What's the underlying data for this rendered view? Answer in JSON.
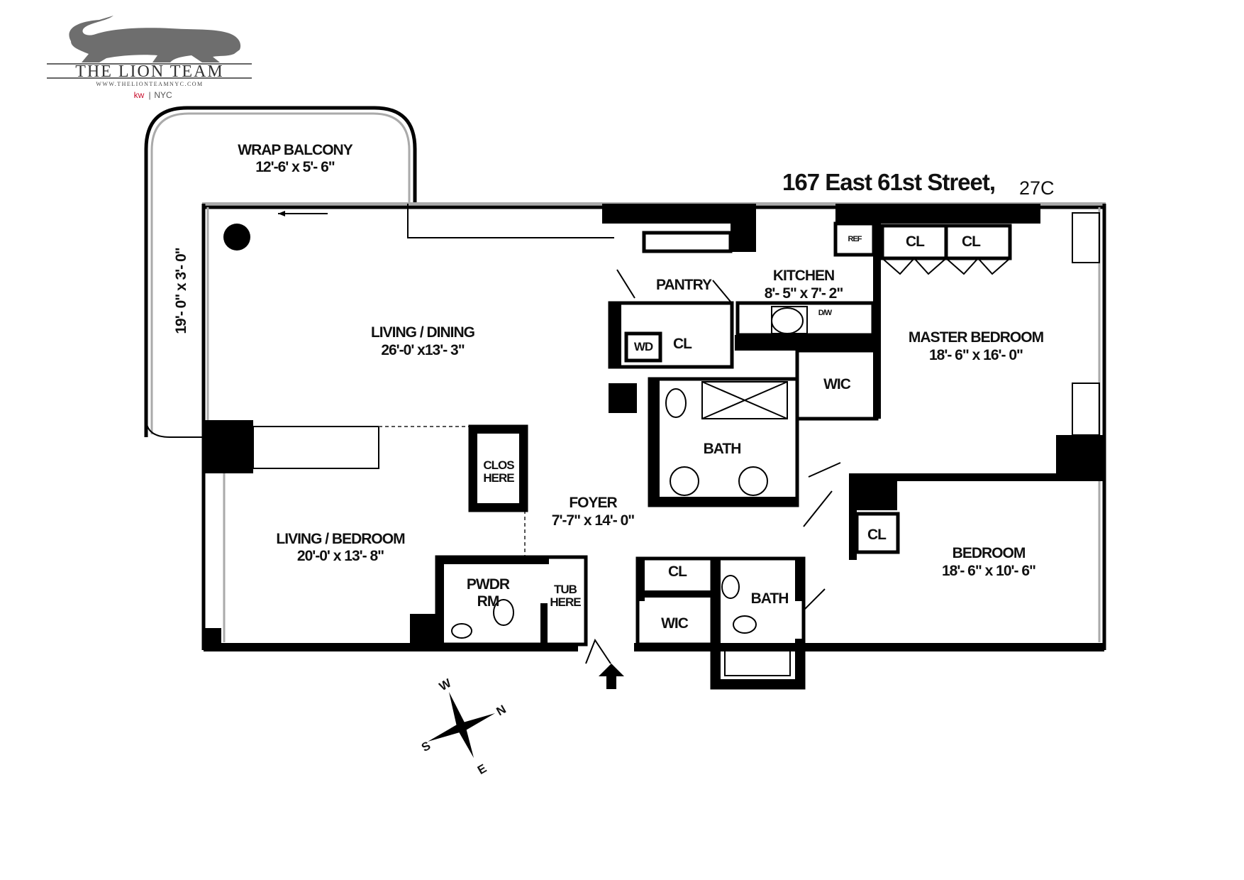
{
  "logo": {
    "brand": "THE LION TEAM",
    "url": "WWW.THELIONTEAMNYC.COM",
    "kw": "kw",
    "separator": "|",
    "city": "NYC",
    "kw_color": "#c8102e"
  },
  "address": {
    "street": "167 East 61st Street,",
    "unit": "27C"
  },
  "rooms": {
    "balcony": {
      "name": "WRAP BALCONY",
      "dims": "12'-6' x  5'- 6\"",
      "side_dims": "19'- 0\" x 3'- 0\""
    },
    "living_dining": {
      "name": "LIVING / DINING",
      "dims": "26'-0' x13'- 3\""
    },
    "pantry": {
      "name": "PANTRY"
    },
    "kitchen": {
      "name": "KITCHEN",
      "dims": "8'- 5\" x 7'- 2\""
    },
    "ref": {
      "name": "REF"
    },
    "dw": {
      "name": "D/W"
    },
    "wd": {
      "name": "WD"
    },
    "pantry_cl": {
      "name": "CL"
    },
    "master_cl_1": {
      "name": "CL"
    },
    "master_cl_2": {
      "name": "CL"
    },
    "master_bedroom": {
      "name": "MASTER BEDROOM",
      "dims": "18'- 6\" x 16'- 0\""
    },
    "master_wic": {
      "name": "WIC"
    },
    "master_bath": {
      "name": "BATH"
    },
    "closet_here": {
      "line1": "CLOS",
      "line2": "HERE"
    },
    "foyer": {
      "name": "FOYER",
      "dims": "7'-7\"  x 14'- 0\""
    },
    "living_bedroom": {
      "name": "LIVING / BEDROOM",
      "dims": "20'-0' x 13'- 8\""
    },
    "powder_room": {
      "line1": "PWDR",
      "line2": "RM"
    },
    "tub_here": {
      "line1": "TUB",
      "line2": "HERE"
    },
    "foyer_cl": {
      "name": "CL"
    },
    "foyer_wic": {
      "name": "WIC"
    },
    "bath2": {
      "name": "BATH"
    },
    "bedroom_cl": {
      "name": "CL"
    },
    "bedroom": {
      "name": "BEDROOM",
      "dims": "18'- 6\" x 10'- 6\""
    }
  },
  "compass": {
    "n": "N",
    "s": "S",
    "e": "E",
    "w": "W"
  }
}
